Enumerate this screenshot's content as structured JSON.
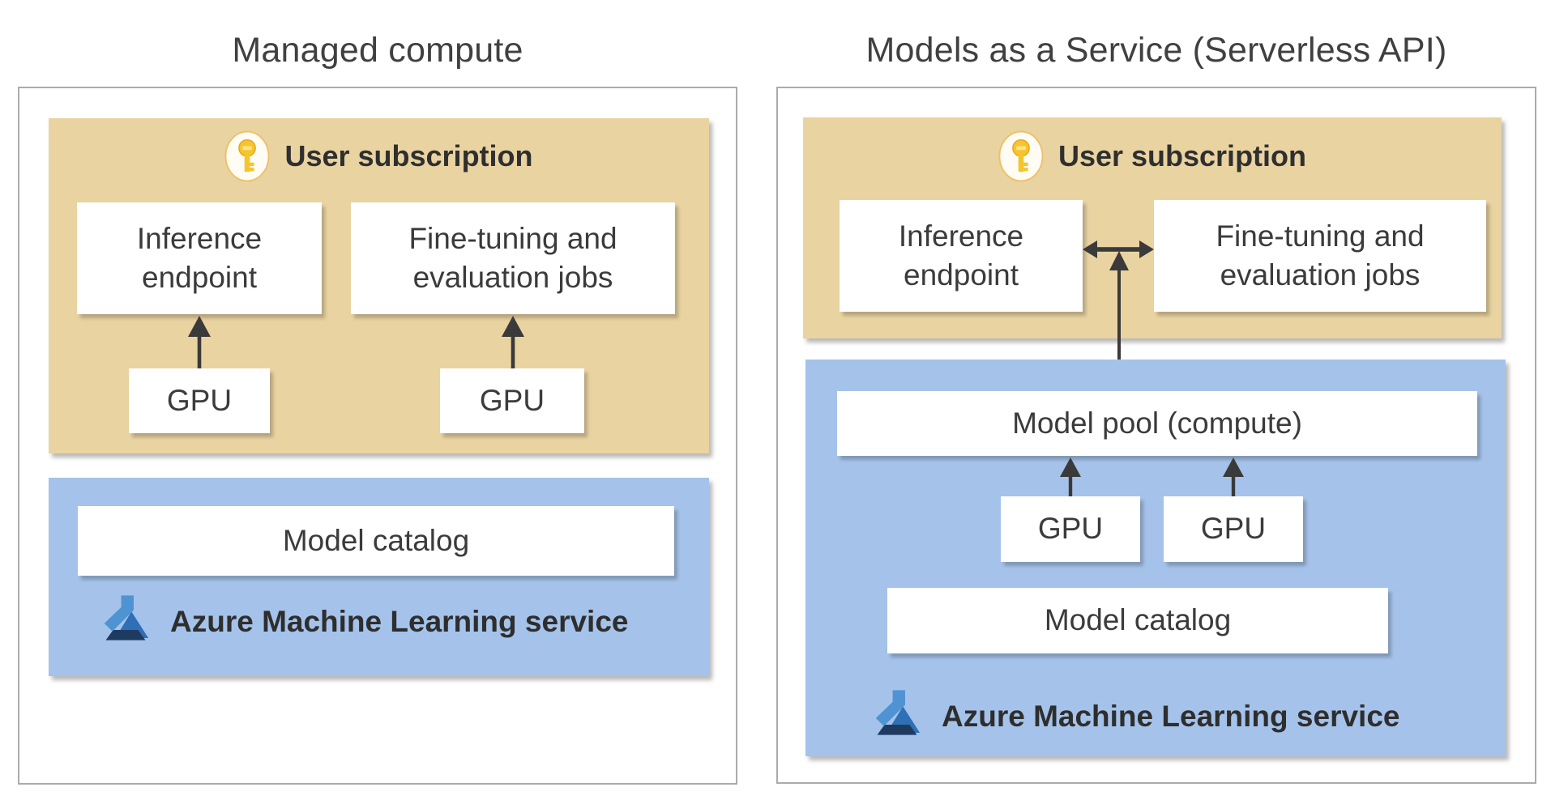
{
  "diagram": {
    "description": "Comparison of Azure AI model deployment options"
  },
  "left_panel": {
    "title": "Managed compute",
    "subscription_label": "User subscription",
    "inference_box": "Inference endpoint",
    "finetune_box": "Fine-tuning and evaluation jobs",
    "gpu_left": "GPU",
    "gpu_right": "GPU",
    "model_catalog": "Model catalog",
    "service_label": "Azure Machine Learning service"
  },
  "right_panel": {
    "title": "Models as a Service (Serverless API)",
    "subscription_label": "User subscription",
    "inference_box": "Inference endpoint",
    "finetune_box": "Fine-tuning and evaluation jobs",
    "model_pool": "Model pool (compute)",
    "gpu_left": "GPU",
    "gpu_right": "GPU",
    "model_catalog": "Model catalog",
    "service_label": "Azure Machine Learning service"
  },
  "icons": {
    "key": "key-icon",
    "azure_ml": "azure-ml-flask-icon"
  },
  "colors": {
    "tan_group_bg": "#e9d3a1",
    "blue_group_bg": "#a5c3ea",
    "panel_border": "#ababab",
    "text": "#3b3b3b",
    "arrow": "#3a3a3a",
    "key_badge_bg": "#fffdf3",
    "key_badge_border": "#eec06a",
    "key_gold": "#f6c52d",
    "key_gold_dark": "#e8a61e",
    "key_gold_light": "#fce48d",
    "azure_light_blue": "#4f93d2",
    "azure_mid_blue": "#2e6fb5",
    "azure_dark_blue": "#1f3a5f"
  }
}
